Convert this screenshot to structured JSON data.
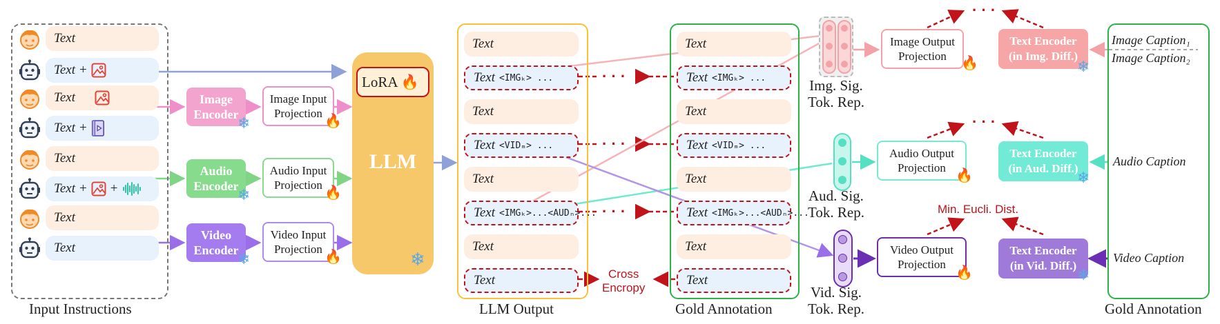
{
  "colors": {
    "image": "#f2a4cf",
    "audio": "#86dc8c",
    "video": "#a57cf0",
    "llm": "#f6c86a",
    "img_out": "#f7a6a8",
    "aud_out": "#71ead6",
    "vid_out": "#a07ad8",
    "dash_red": "#c0141a",
    "gold": "#2bb34a",
    "llm_frame": "#f7c23a",
    "input_frame": "#777777"
  },
  "input_panel": {
    "title": "Input Instructions",
    "rows": [
      {
        "speaker": "user-face-icon",
        "text": "Text",
        "attachments": []
      },
      {
        "speaker": "robot-icon",
        "text": "Text",
        "plus": "+",
        "attachments": [
          "image-icon"
        ]
      },
      {
        "speaker": "user-face-icon",
        "text": "Text",
        "attachments": [
          "image-icon"
        ]
      },
      {
        "speaker": "robot-icon",
        "text": "Text",
        "plus": "+",
        "attachments": [
          "video-icon"
        ]
      },
      {
        "speaker": "user-face-icon",
        "text": "Text",
        "attachments": []
      },
      {
        "speaker": "robot-icon",
        "text": "Text",
        "plus": "+",
        "plus2": "+",
        "attachments": [
          "image-icon",
          "audio-wave-icon"
        ]
      },
      {
        "speaker": "user-face-icon",
        "text": "Text",
        "attachments": []
      },
      {
        "speaker": "robot-icon",
        "text": "Text",
        "attachments": []
      }
    ]
  },
  "encoders": {
    "image": {
      "label": "Image Encoder",
      "line1": "Image",
      "line2": "Encoder"
    },
    "audio": {
      "label": "Audio Encoder",
      "line1": "Audio",
      "line2": "Encoder"
    },
    "video": {
      "label": "Video Encoder",
      "line1": "Video",
      "line2": "Encoder"
    }
  },
  "input_projections": {
    "image": {
      "line1": "Image Input",
      "line2": "Projection"
    },
    "audio": {
      "line1": "Audio Input",
      "line2": "Projection"
    },
    "video": {
      "line1": "Video Input",
      "line2": "Projection"
    }
  },
  "llm": {
    "label": "LLM",
    "lora": "LoRA"
  },
  "llm_output": {
    "title": "LLM Output",
    "rows": [
      {
        "text": "Text",
        "tokens": ""
      },
      {
        "text": "Text",
        "tokens": "<IMGₖ> ..."
      },
      {
        "text": "Text",
        "tokens": ""
      },
      {
        "text": "Text",
        "tokens": "<VIDₘ> ..."
      },
      {
        "text": "Text",
        "tokens": ""
      },
      {
        "text": "Text",
        "tokens": "<IMGₖ>...<AUDₙ>..."
      },
      {
        "text": "Text",
        "tokens": ""
      },
      {
        "text": "Text",
        "tokens": ""
      }
    ]
  },
  "gold_annotation": {
    "title": "Gold Annotation",
    "rows": [
      {
        "text": "Text",
        "tokens": ""
      },
      {
        "text": "Text",
        "tokens": "<IMGₖ> ..."
      },
      {
        "text": "Text",
        "tokens": ""
      },
      {
        "text": "Text",
        "tokens": "<VIDₘ> ..."
      },
      {
        "text": "Text",
        "tokens": ""
      },
      {
        "text": "Text",
        "tokens": "<IMGₖ>...<AUDₙ>..."
      },
      {
        "text": "Text",
        "tokens": ""
      },
      {
        "text": "Text",
        "tokens": ""
      }
    ]
  },
  "middle": {
    "dots": "· · ·",
    "cross_entropy_l1": "Cross",
    "cross_entropy_l2": "Encropy"
  },
  "signal_tokens": {
    "image": {
      "l1": "Img. Sig.",
      "l2": "Tok. Rep."
    },
    "audio": {
      "l1": "Aud. Sig.",
      "l2": "Tok. Rep."
    },
    "video": {
      "l1": "Vid. Sig.",
      "l2": "Tok. Rep."
    }
  },
  "output_projections": {
    "image": {
      "l1": "Image Output",
      "l2": "Projection"
    },
    "audio": {
      "l1": "Audio Output",
      "l2": "Projection"
    },
    "video": {
      "l1": "Video Output",
      "l2": "Projection"
    }
  },
  "text_encoders": {
    "image": {
      "l1": "Text Encoder",
      "l2": "(in Img. Diff.)"
    },
    "audio": {
      "l1": "Text Encoder",
      "l2": "(in Aud. Diff.)"
    },
    "video": {
      "l1": "Text Encoder",
      "l2": "(in Vid. Diff.)"
    }
  },
  "top_dots": "· · ·",
  "min_dist": "Min. Eucli. Dist.",
  "captions": {
    "title": "Gold Annotation",
    "image1": "Image Caption₁",
    "image2": "Image Caption₂",
    "audio": "Audio Caption",
    "video": "Video Caption"
  },
  "icons": {
    "frozen": "snowflake-icon",
    "trainable": "fire-icon"
  }
}
